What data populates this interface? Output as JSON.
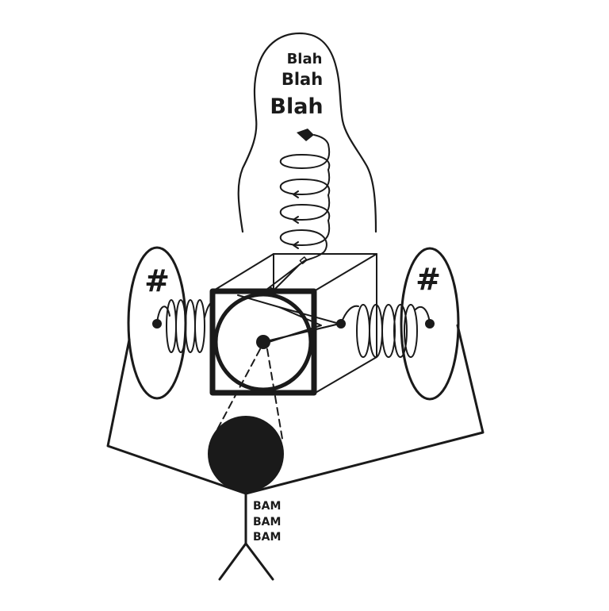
{
  "speech": {
    "line1": "Blah",
    "line2": "Blah",
    "line3": "Blah"
  },
  "discs": {
    "left_symbol": "#",
    "right_symbol": "#"
  },
  "sound": {
    "line1": "BAM",
    "line2": "BAM",
    "line3": "BAM"
  },
  "colors": {
    "ink": "#1a1a1a",
    "background": "#ffffff"
  }
}
